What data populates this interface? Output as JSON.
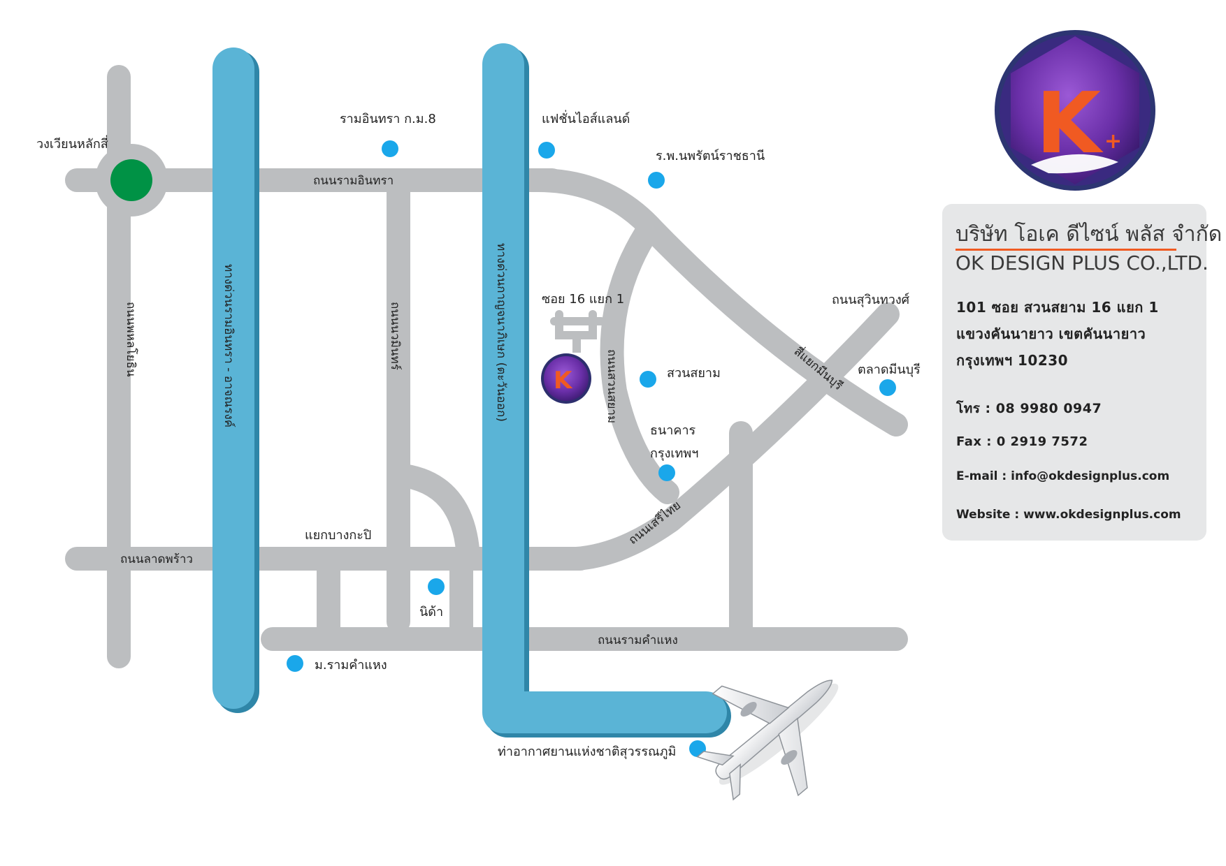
{
  "company": {
    "name_th": "บริษัท โอเค ดีไซน์ พลัส จำกัด",
    "name_en": "OK DESIGN PLUS CO.,LTD.",
    "logo_letter": "K",
    "logo_plus": "+",
    "address_lines": [
      "101 ซอย สวนสยาม 16 แยก 1",
      "แขวงคันนายาว เขตคันนายาว",
      "กรุงเทพฯ 10230"
    ],
    "phone": "โทร : 08 9980 0947",
    "fax": "Fax : 0 2919 7572",
    "email": "E-mail : info@okdesignplus.com",
    "website": "Website : www.okdesignplus.com"
  },
  "map": {
    "colors": {
      "road": "#bcbec0",
      "expressway": "#5ab4d6",
      "poi": "#1aa7ea",
      "circle": "#009245",
      "accent": "#f05a22",
      "logo": "#5b2a91"
    },
    "places": {
      "lak_si": "วงเวียนหลักสี่",
      "ram_intra_km8": "รามอินทรา ก.ม.8",
      "fashion_island": "แฟชั่นไอส์แลนด์",
      "nopparat": "ร.พ.นพรัตน์ราชธานี",
      "soi16": "ซอย 16 แยก 1",
      "suan_siam": "สวนสยาม",
      "talat_minburi": "ตลาดมีนบุรี",
      "bangkok_bank_1": "ธนาคาร",
      "bangkok_bank_2": "กรุงเทพฯ",
      "yaek_bangkapi": "แยกบางกะปิ",
      "nida": "นิด้า",
      "ramkhamhaeng_univ": "ม.รามคำแหง",
      "airport": "ท่าอากาศยานแห่งชาติสุวรรณภูมิ"
    },
    "roads": {
      "ram_intra": "ถนนรามอินทรา",
      "phahonyothin": "ถนนพหลโยธิน",
      "expressway_1": "ทางด่วนรามอินทรา - อาจณรงค์",
      "nawamin": "ถนนนวมินทร์",
      "kanchanaphisek": "ทางด่วนกาญจนาภิเษก (ตะวันออก)",
      "suan_siam": "ถนนสวนสยาม",
      "seri_thai": "ถนนเสรีไทย",
      "sukhaphiban": "สี่แยกมีนบุรี",
      "suwinthawong": "ถนนสุวินทวงศ์",
      "lat_phrao": "ถนนลาดพร้าว",
      "ramkhamhaeng": "ถนนรามคำแหง"
    }
  }
}
